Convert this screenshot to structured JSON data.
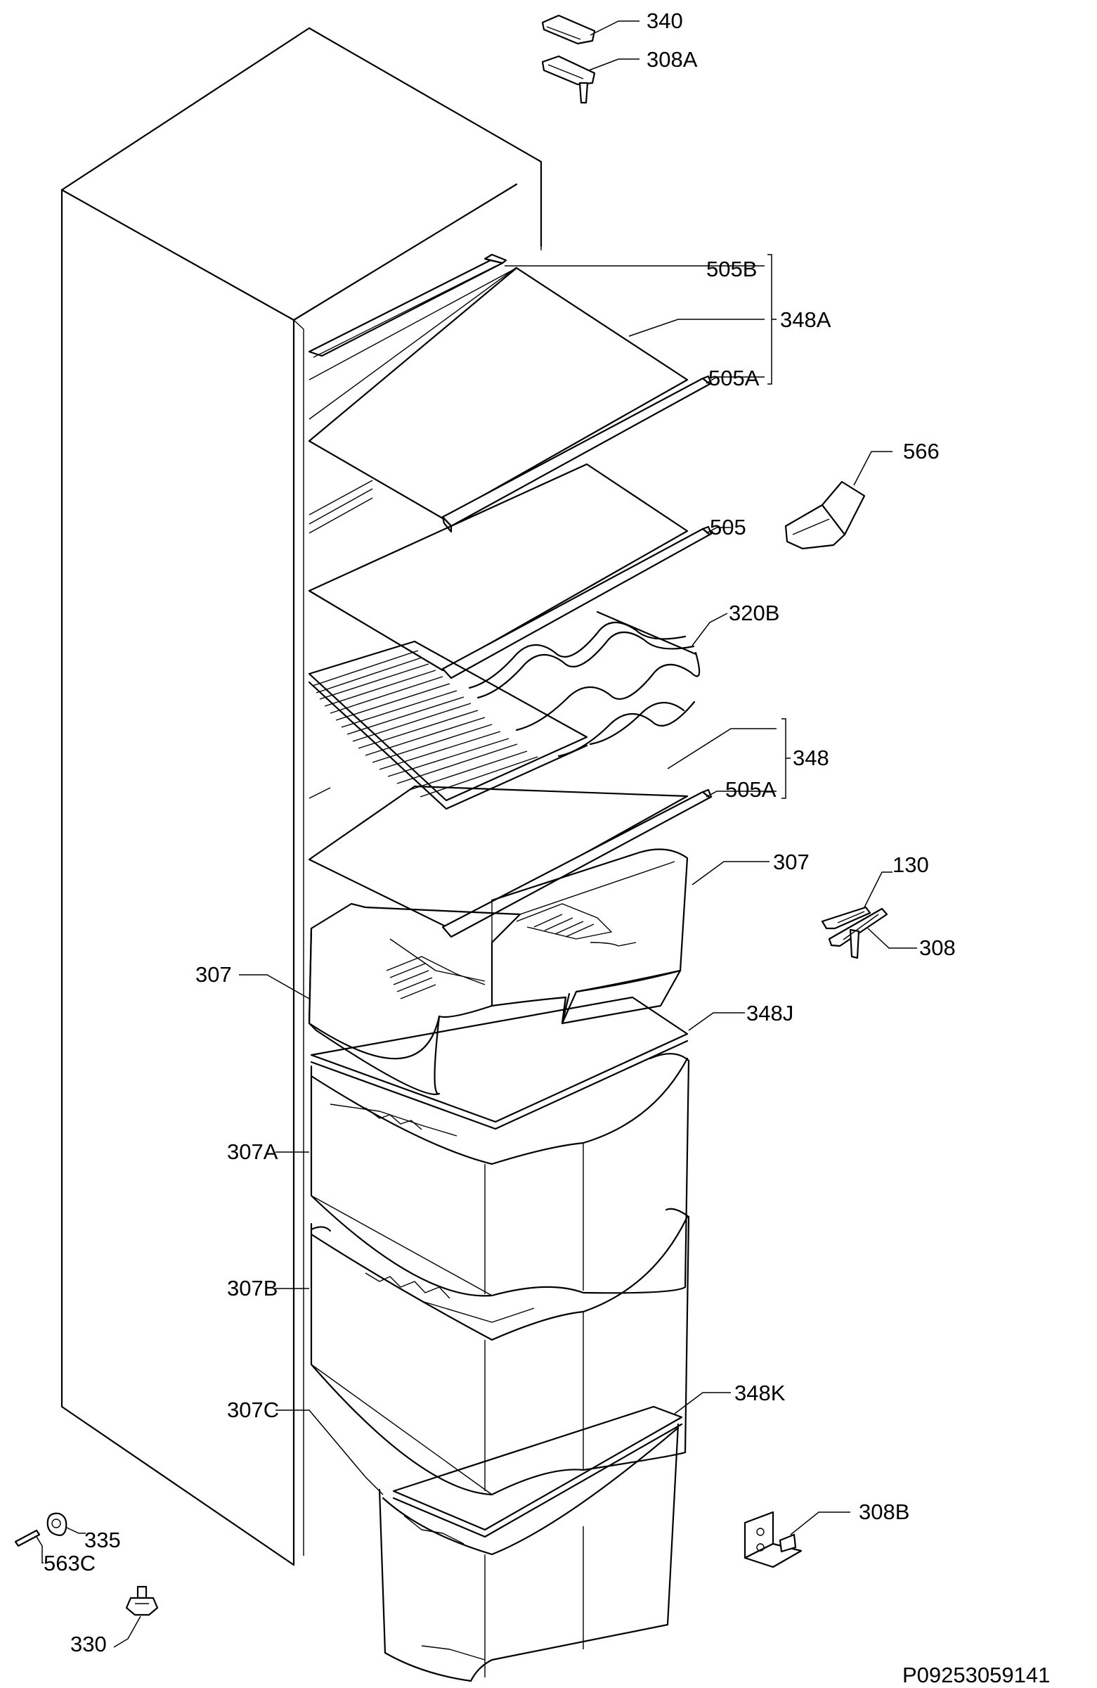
{
  "diagram_code": "P09253059141",
  "labels": {
    "l340": "340",
    "l308A": "308A",
    "l505B": "505B",
    "l348A": "348A",
    "l505A_top": "505A",
    "l566": "566",
    "l505": "505",
    "l320B": "320B",
    "l348": "348",
    "l505A_mid": "505A",
    "l307_right": "307",
    "l130": "130",
    "l308": "308",
    "l307_left": "307",
    "l348J": "348J",
    "l307A": "307A",
    "l307B": "307B",
    "l307C": "307C",
    "l348K": "348K",
    "l308B": "308B",
    "l335": "335",
    "l563C": "563C",
    "l330": "330"
  }
}
